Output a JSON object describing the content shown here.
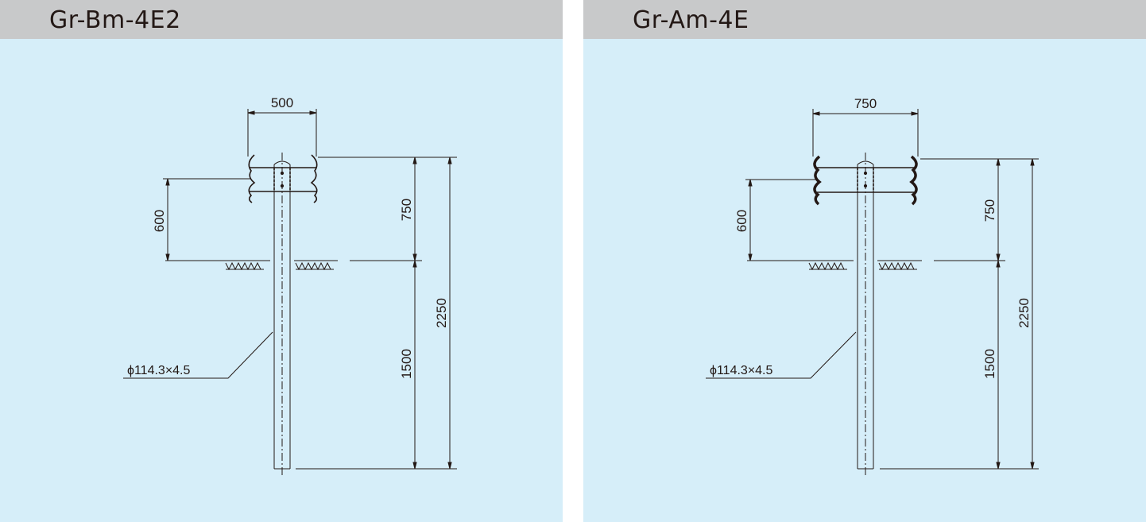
{
  "colors": {
    "background": "#d6eef9",
    "header": "#c8c9ca",
    "line": "#231815"
  },
  "panels": [
    {
      "title": "Gr-Bm-4E2",
      "dims": {
        "width": "500",
        "top": "750",
        "total": "2250",
        "rail": "600",
        "embed": "1500",
        "pipe": "ϕ114.3×4.5"
      }
    },
    {
      "title": "Gr-Am-4E",
      "dims": {
        "width": "750",
        "top": "750",
        "total": "2250",
        "rail": "600",
        "embed": "1500",
        "pipe": "ϕ114.3×4.5"
      }
    }
  ]
}
